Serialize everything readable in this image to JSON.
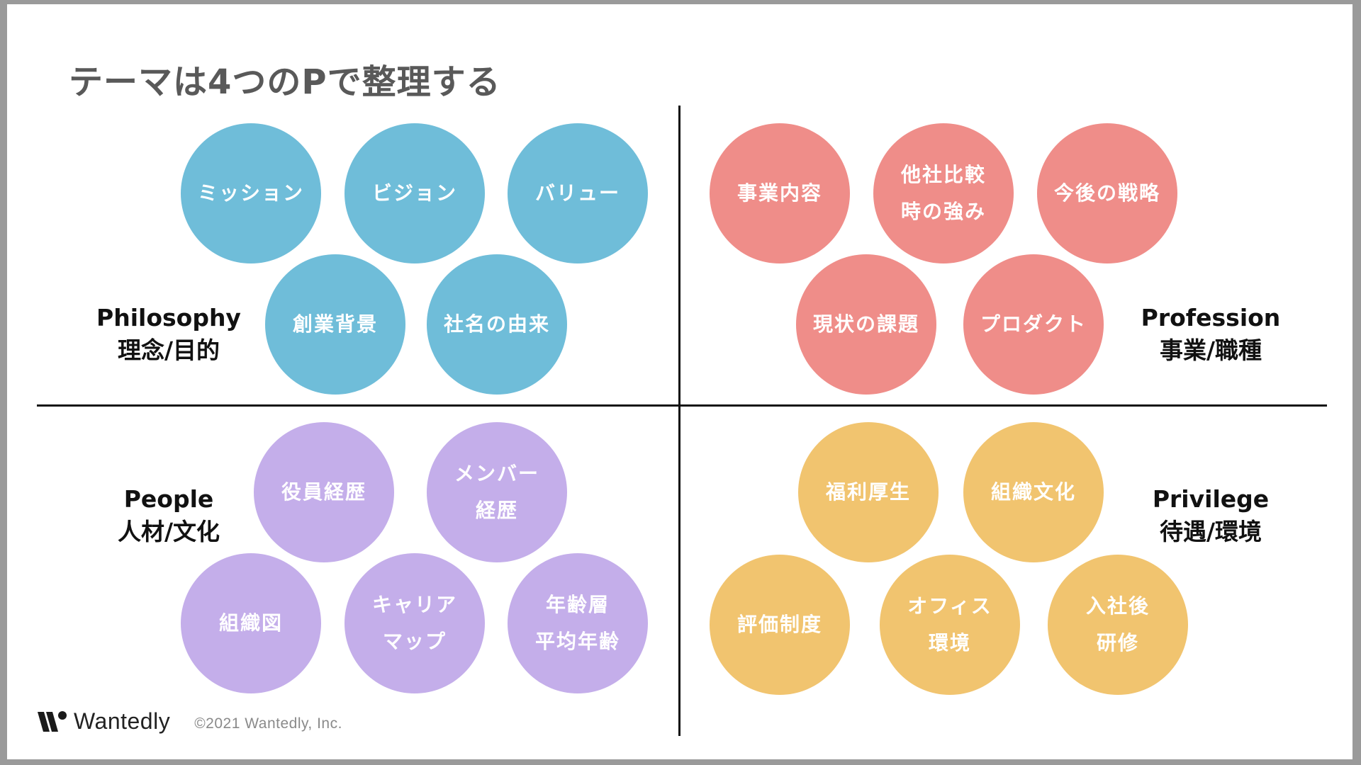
{
  "title": "テーマは4つのPで整理する",
  "quadrants": {
    "philosophy": {
      "label_en": "Philosophy",
      "label_ja": "理念/目的",
      "color": "#6fbdd9",
      "items": [
        [
          "ミッション"
        ],
        [
          "ビジョン"
        ],
        [
          "バリュー"
        ],
        [
          "創業背景"
        ],
        [
          "社名の由来"
        ]
      ]
    },
    "profession": {
      "label_en": "Profession",
      "label_ja": "事業/職種",
      "color": "#ef8d89",
      "items": [
        [
          "事業内容"
        ],
        [
          "他社比較",
          "時の強み"
        ],
        [
          "今後の戦略"
        ],
        [
          "現状の課題"
        ],
        [
          "プロダクト"
        ]
      ]
    },
    "people": {
      "label_en": "People",
      "label_ja": "人材/文化",
      "color": "#c4aeea",
      "items": [
        [
          "役員経歴"
        ],
        [
          "メンバー",
          "経歴"
        ],
        [
          "組織図"
        ],
        [
          "キャリア",
          "マップ"
        ],
        [
          "年齢層",
          "平均年齢"
        ]
      ]
    },
    "privilege": {
      "label_en": "Privilege",
      "label_ja": "待遇/環境",
      "color": "#f1c46f",
      "items": [
        [
          "福利厚生"
        ],
        [
          "組織文化"
        ],
        [
          "評価制度"
        ],
        [
          "オフィス",
          "環境"
        ],
        [
          "入社後",
          "研修"
        ]
      ]
    }
  },
  "footer": {
    "logo_text": "Wantedly",
    "copyright": "©2021 Wantedly, Inc."
  }
}
